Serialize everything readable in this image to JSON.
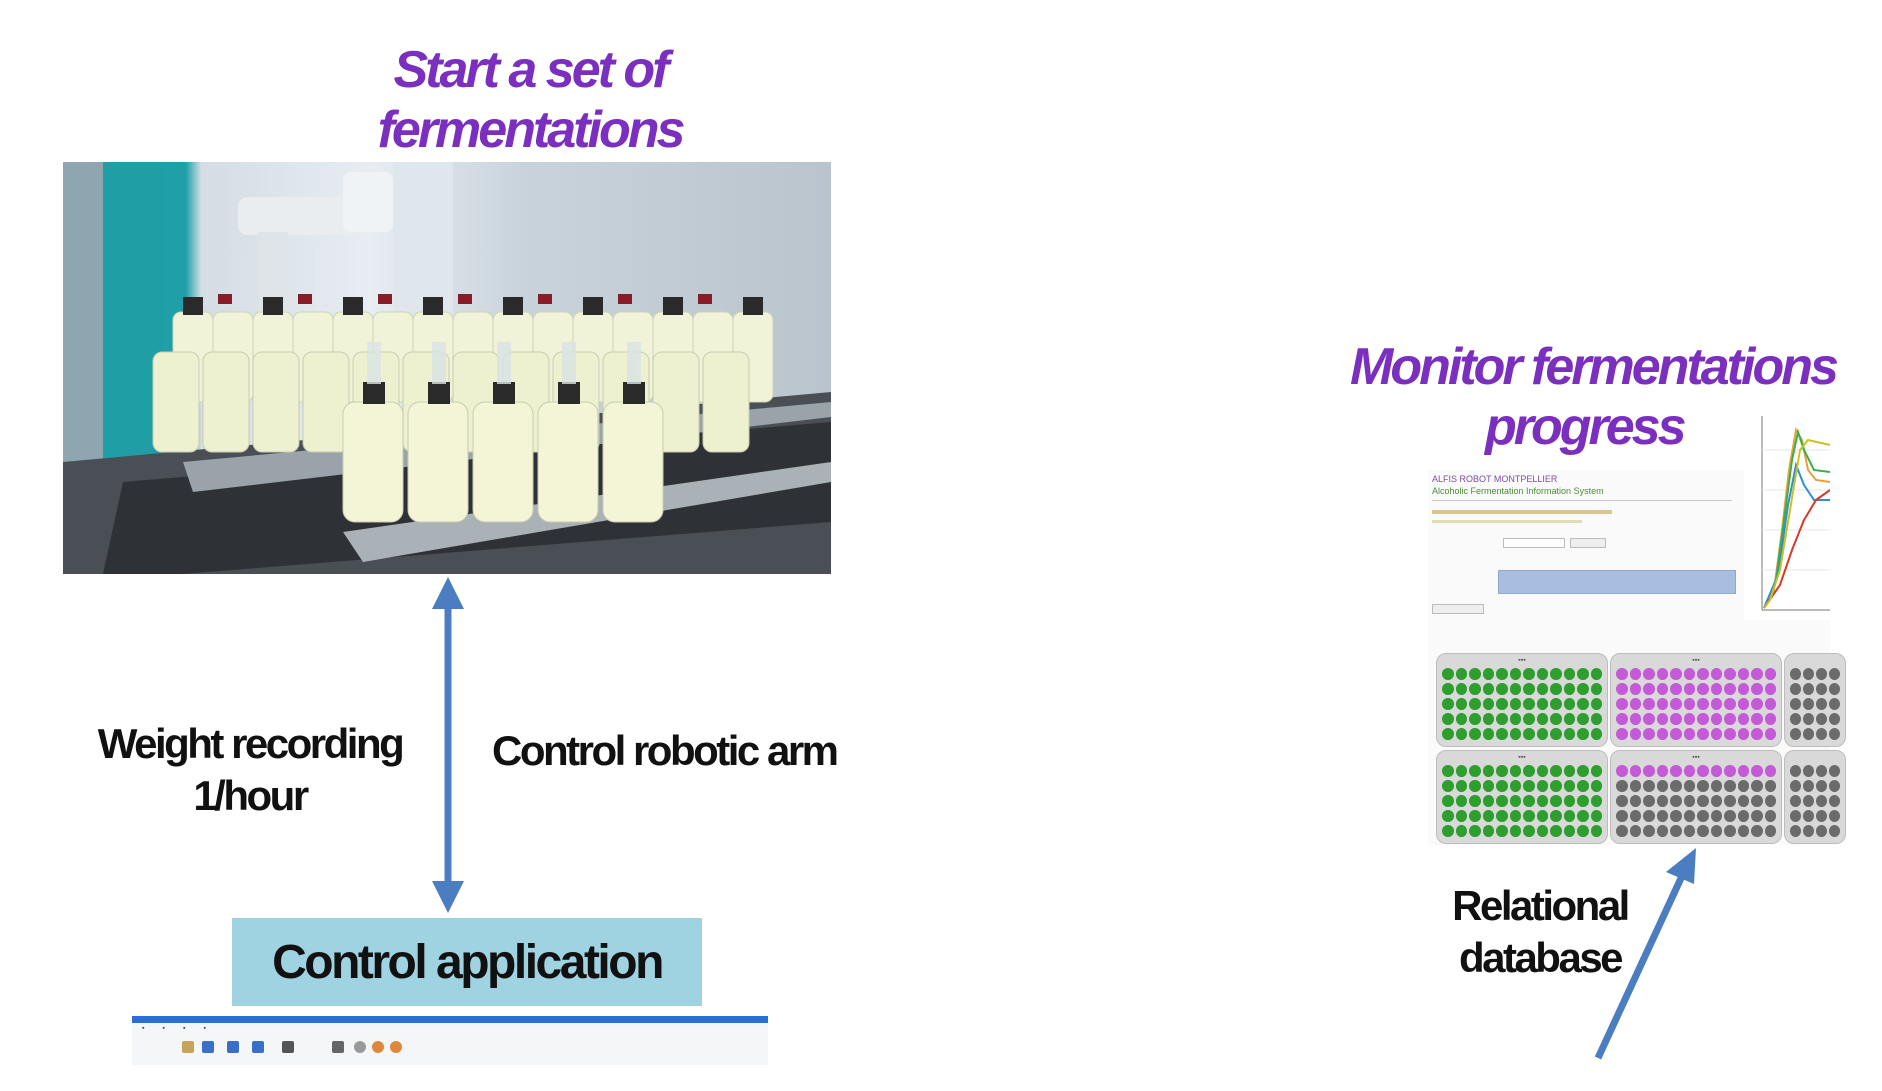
{
  "left_panel": {
    "title_line1": "Start a set of",
    "title_line2": "fermentations",
    "weight_label_line1": "Weight recording",
    "weight_label_line2": "1/hour",
    "control_label": "Control robotic arm",
    "app_box_label": "Control application"
  },
  "right_panel": {
    "title_line1": "Monitor fermentations",
    "title_line2": "progress",
    "db_label_line1": "Relational",
    "db_label_line2": "database",
    "web_header_line1": "ALFIS ROBOT MONTPELLIER",
    "web_header_line2": "Alcoholic Fermentation Information System"
  },
  "colors": {
    "title_purple": "#7b2fbe",
    "arrow_blue": "#4a7ec0",
    "box_blue": "#9fd3e2",
    "well_green": "#2e9e2e",
    "well_purple": "#c45ad8",
    "well_gray": "#6b6b6b"
  }
}
